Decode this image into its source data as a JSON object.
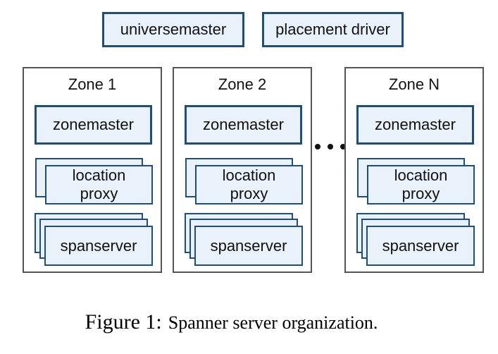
{
  "figure": {
    "top_boxes": [
      {
        "label": "universemaster"
      },
      {
        "label": "placement driver"
      }
    ],
    "zones": [
      {
        "title": "Zone 1",
        "zonemaster_label": "zonemaster",
        "location_proxy_label": "location proxy",
        "spanserver_label": "spanserver"
      },
      {
        "title": "Zone 2",
        "zonemaster_label": "zonemaster",
        "location_proxy_label": "location proxy",
        "spanserver_label": "spanserver"
      },
      {
        "title": "Zone N",
        "zonemaster_label": "zonemaster",
        "location_proxy_label": "location proxy",
        "spanserver_label": "spanserver"
      }
    ],
    "separator": {
      "icon": "horizontal-ellipsis-icon",
      "dot_count": 3
    },
    "stack_depths": {
      "location_proxy": 2,
      "spanserver": 3
    }
  },
  "caption": {
    "label": "Figure 1:",
    "text": "Spanner server organization."
  },
  "colors": {
    "box_fill": "#e9f1fb",
    "box_border": "#1f4e79",
    "zone_border": "#545454",
    "text": "#111111",
    "background": "#ffffff"
  }
}
